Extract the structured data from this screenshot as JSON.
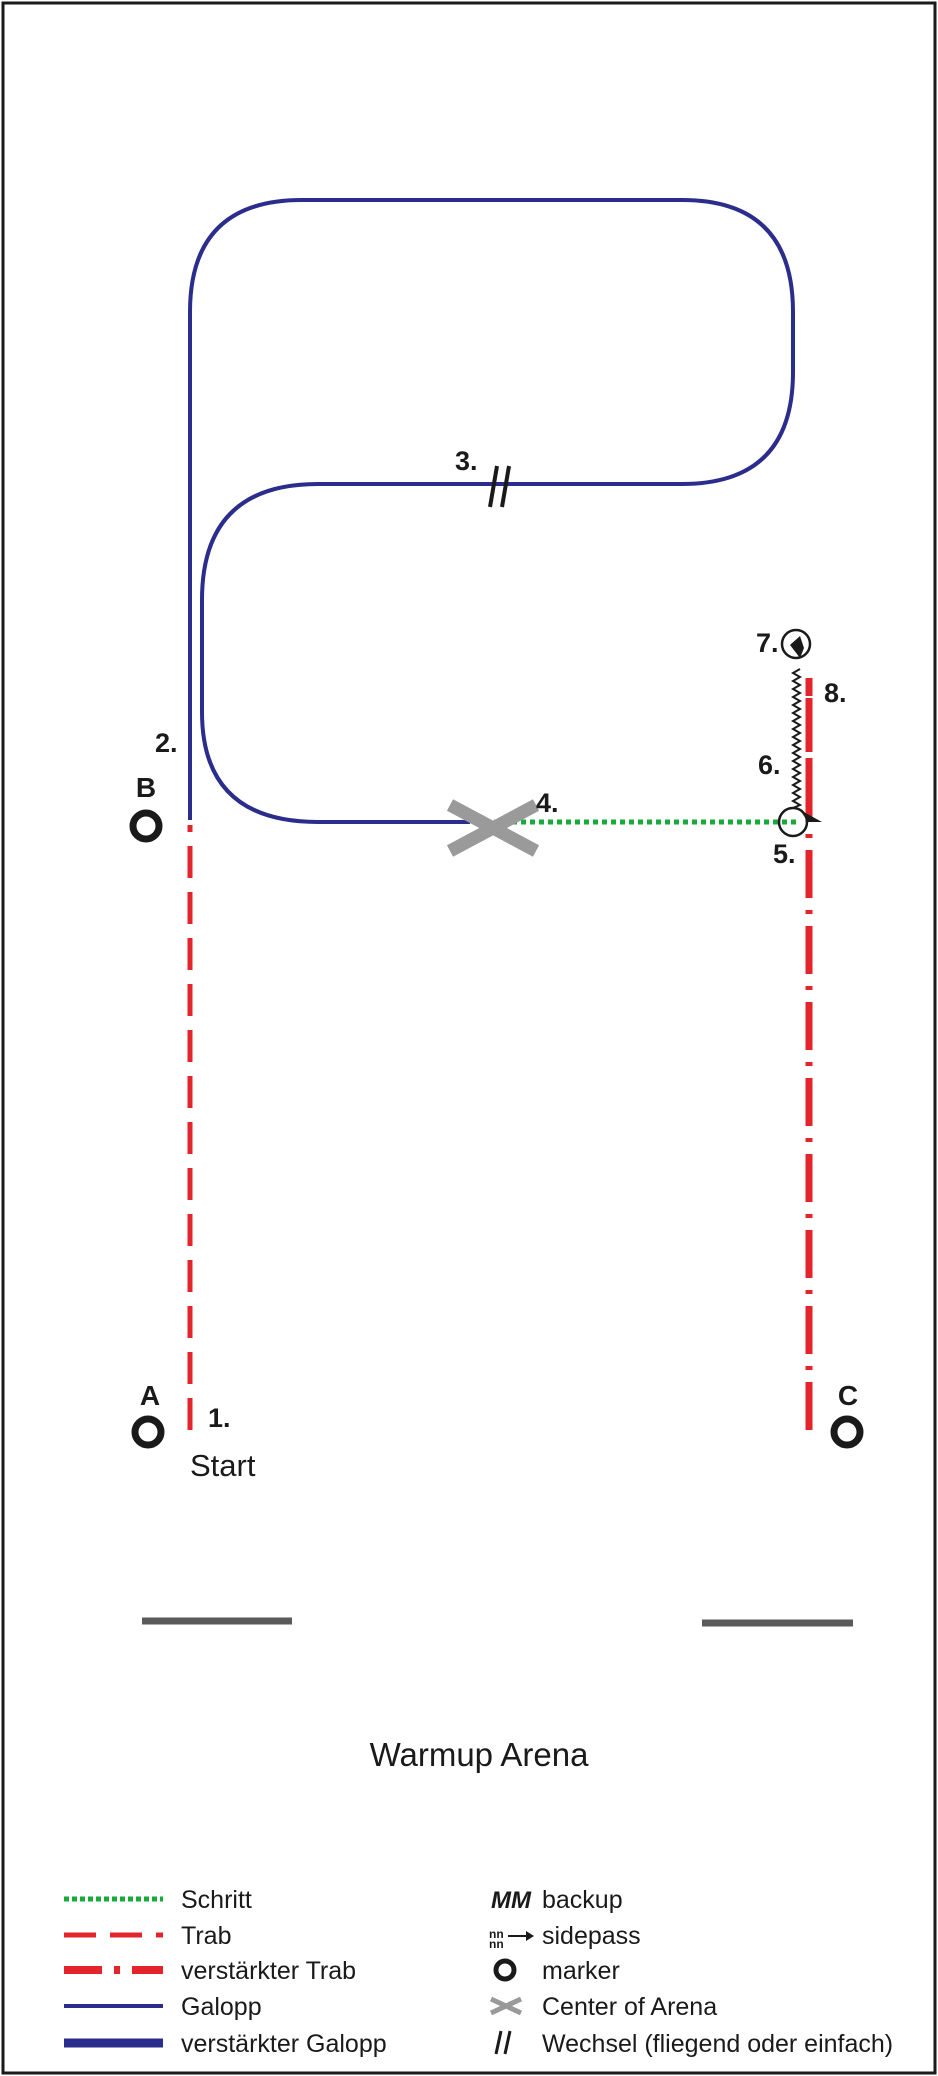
{
  "labels": {
    "marker_b": "B",
    "marker_a": "A",
    "marker_c": "C",
    "start": "Start",
    "warmup": "Warmup Arena"
  },
  "steps": [
    "1.",
    "2.",
    "3.",
    "4.",
    "5.",
    "6.",
    "7.",
    "8."
  ],
  "legend": {
    "left": [
      {
        "label": "Schritt"
      },
      {
        "label": "Trab"
      },
      {
        "label": "verstärkter Trab"
      },
      {
        "label": "Galopp"
      },
      {
        "label": "verstärkter Galopp"
      }
    ],
    "right": [
      {
        "label": "backup",
        "icon": "backup-icon"
      },
      {
        "label": "sidepass",
        "icon": "sidepass-icon"
      },
      {
        "label": "marker",
        "icon": "marker-icon"
      },
      {
        "label": "Center of Arena",
        "icon": "center-x-icon"
      },
      {
        "label": "Wechsel (fliegend oder einfach)",
        "icon": "lead-change-icon"
      }
    ]
  },
  "colors": {
    "walk": "#1aaa3c",
    "trot": "#e3242b",
    "lope": "#2b2d8c",
    "center": "#9a9a9a",
    "ink": "#1a1a1a"
  }
}
